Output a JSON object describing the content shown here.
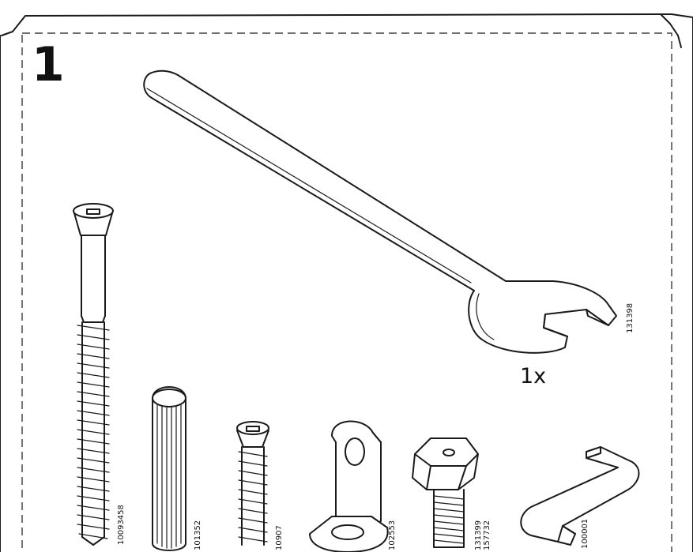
{
  "step": {
    "number": "1"
  },
  "wrench": {
    "quantity": "1x",
    "part_code": "131398"
  },
  "parts": {
    "long_screw": {
      "part_code": "10093458"
    },
    "dowel": {
      "part_code": "101352"
    },
    "short_screw": {
      "part_code": "10907"
    },
    "bracket": {
      "part_code": "102553"
    },
    "adjustable_foot": {
      "part_code_1": "131399",
      "part_code_2": "157732"
    },
    "allen_key": {
      "part_code": "100001"
    }
  }
}
